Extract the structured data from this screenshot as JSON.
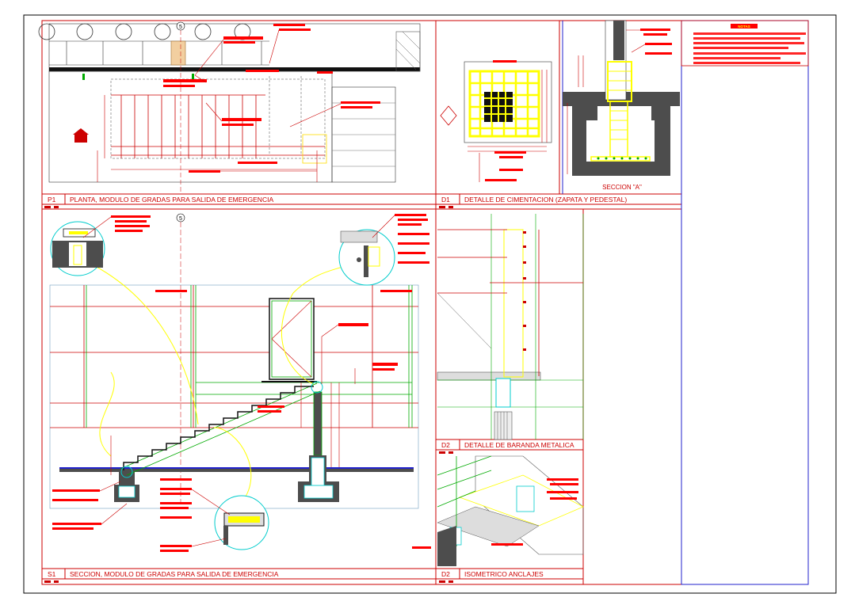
{
  "colors": {
    "frame": "#000000",
    "border": "#cc0000",
    "yellow": "#ffff00",
    "green": "#00aa00",
    "cyan": "#00cccc",
    "gray": "#4d4d4d",
    "blue": "#2222cc",
    "note_fill": "#ff0000"
  },
  "axis_markers": {
    "plan": "5",
    "section": "5"
  },
  "panels": {
    "p1": {
      "code": "P1",
      "title": "PLANTA, MODULO DE GRADAS PARA SALIDA DE EMERGENCIA"
    },
    "d1": {
      "code": "D1",
      "title": "DETALLE DE CIMENTACION (ZAPATA Y PEDESTAL)",
      "section_label": "SECCION \"A\""
    },
    "s1": {
      "code": "S1",
      "title": "SECCION, MODULO DE GRADAS PARA SALIDA DE EMERGENCIA"
    },
    "d2a": {
      "code": "D2",
      "title": "DETALLE DE BARANDA METALICA"
    },
    "d2b": {
      "code": "D2",
      "title": "ISOMETRICO ANCLAJES"
    }
  },
  "notes": {
    "header": "NOTAS"
  }
}
